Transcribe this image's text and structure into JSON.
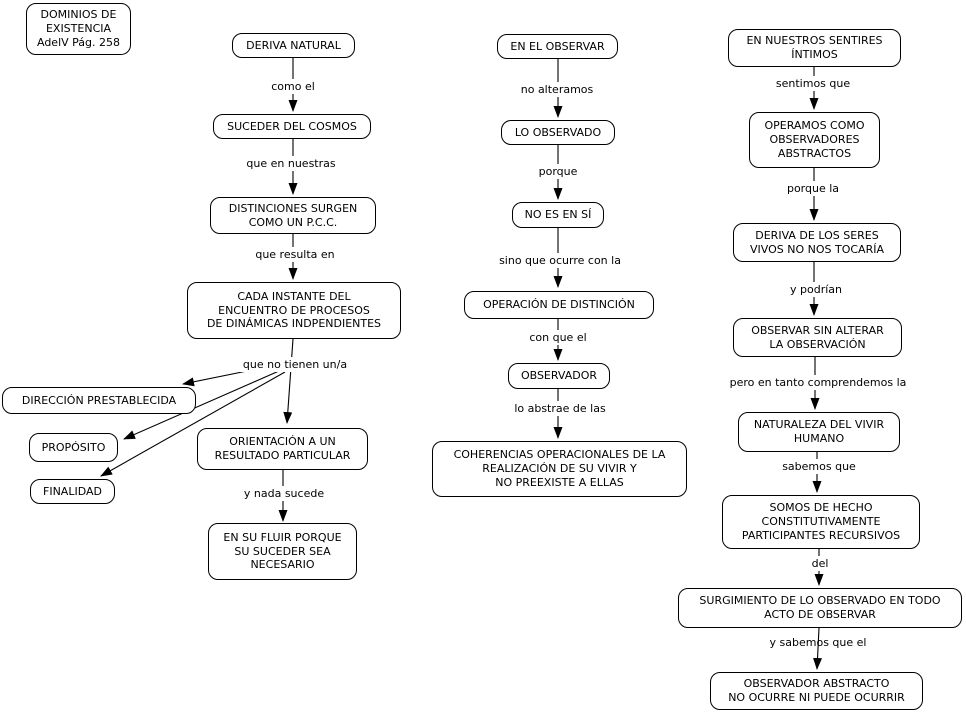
{
  "nodes": {
    "dominios": "DOMINIOS DE\nEXISTENCIA\nAdelV Pág. 258",
    "deriva_natural": "DERIVA NATURAL",
    "suceder_cosmos": "SUCEDER DEL COSMOS",
    "distinciones": "DISTINCIONES SURGEN\nCOMO UN P.C.C.",
    "cada_instante": "CADA INSTANTE DEL\nENCUENTRO DE PROCESOS\nDE DINÁMICAS INDPENDIENTES",
    "direccion": "DIRECCIÓN PRESTABLECIDA",
    "proposito": "PROPÓSITO",
    "finalidad": "FINALIDAD",
    "orientacion": "ORIENTACIÓN A UN\nRESULTADO PARTICULAR",
    "en_su_fluir": "EN SU FLUIR PORQUE\nSU SUCEDER SEA\nNECESARIO",
    "en_el_observar": "EN EL OBSERVAR",
    "lo_observado": "LO OBSERVADO",
    "no_es_en_si": "NO ES EN SÍ",
    "operacion_distincion": "OPERACIÓN DE DISTINCIÓN",
    "observador": "OBSERVADOR",
    "coherencias": "COHERENCIAS OPERACIONALES DE LA\nREALIZACIÓN DE SU VIVIR Y\nNO PREEXISTE A ELLAS",
    "sentires_intimos": "EN NUESTROS SENTIRES\nÍNTIMOS",
    "operamos": "OPERAMOS COMO\nOBSERVADORES\nABSTRACTOS",
    "deriva_seres": "DERIVA DE LOS SERES\nVIVOS NO NOS TOCARÍA",
    "observar_sin_alterar": "OBSERVAR SIN ALTERAR\nLA OBSERVACIÓN",
    "naturaleza": "NATURALEZA DEL VIVIR\nHUMANO",
    "somos": "SOMOS DE HECHO\nCONSTITUTIVAMENTE\nPARTICIPANTES RECURSIVOS",
    "surgimiento": "SURGIMIENTO DE LO OBSERVADO EN TODO\nACTO DE OBSERVAR",
    "observador_abstracto": "OBSERVADOR ABSTRACTO\nNO OCURRE NI PUEDE OCURRIR"
  },
  "links": {
    "como_el": "como el",
    "que_en_nuestras": "que en nuestras",
    "que_resulta_en": "que resulta en",
    "que_no_tienen": "que no tienen un/a",
    "y_nada_sucede": "y nada sucede",
    "no_alteramos": "no alteramos",
    "porque": "porque",
    "sino_que": "sino que ocurre con la",
    "con_que_el": "con que el",
    "lo_abstrae": "lo abstrae de las",
    "sentimos_que": "sentimos que",
    "porque_la": "porque la",
    "y_podrian": "y podrían",
    "pero_en_tanto": "pero en tanto comprendemos la",
    "sabemos_que": "sabemos que",
    "del": "del",
    "y_sabemos_que_el": "y sabemos que el"
  },
  "colors": {
    "line": "#000000",
    "node_fill": "#ffffff",
    "text": "#000000"
  }
}
